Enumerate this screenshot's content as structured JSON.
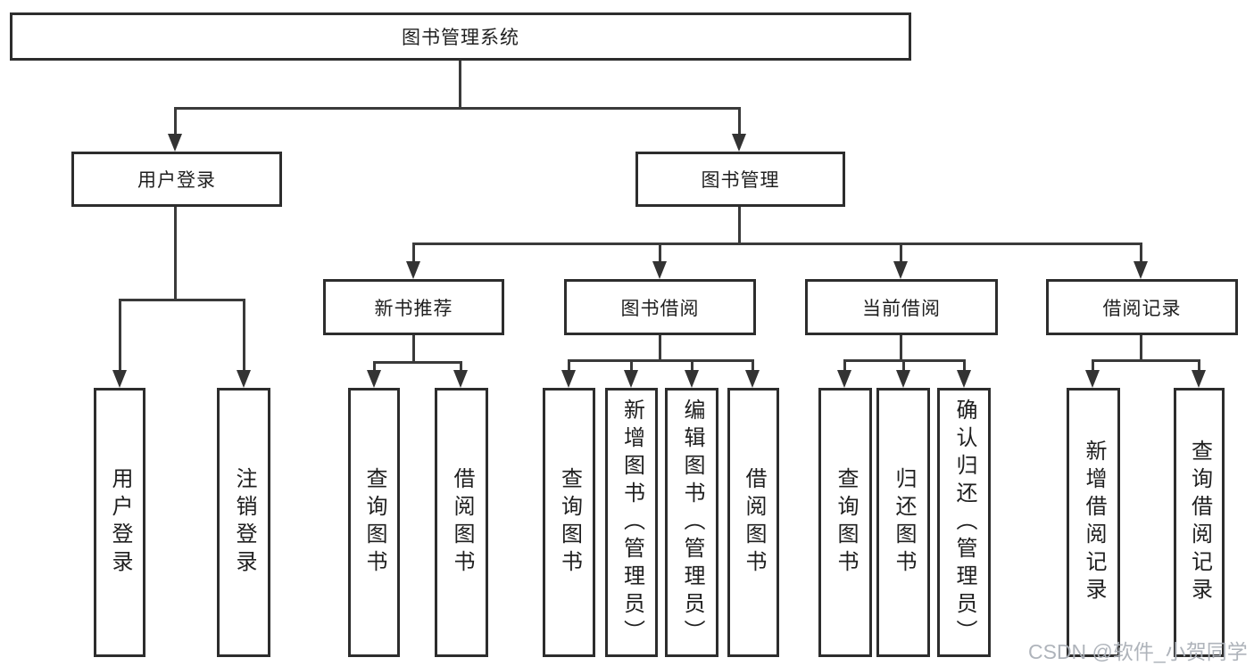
{
  "tree": {
    "root": {
      "label": "图书管理系统"
    },
    "user_login": {
      "label": "用户登录",
      "children": [
        {
          "label": "用户登录"
        },
        {
          "label": "注销登录"
        }
      ]
    },
    "book_management": {
      "label": "图书管理",
      "groups": [
        {
          "label": "新书推荐",
          "children": [
            {
              "label": "查询图书"
            },
            {
              "label": "借阅图书"
            }
          ]
        },
        {
          "label": "图书借阅",
          "children": [
            {
              "label": "查询图书"
            },
            {
              "label": "新增图书（管理员）"
            },
            {
              "label": "编辑图书（管理员）"
            },
            {
              "label": "借阅图书"
            }
          ]
        },
        {
          "label": "当前借阅",
          "children": [
            {
              "label": "查询图书"
            },
            {
              "label": "归还图书"
            },
            {
              "label": "确认归还（管理员）"
            }
          ]
        },
        {
          "label": "借阅记录",
          "children": [
            {
              "label": "新增借阅记录"
            },
            {
              "label": "查询借阅记录"
            }
          ]
        }
      ]
    }
  },
  "watermark": {
    "text": "CSDN @软件_小贺同学"
  },
  "colors": {
    "background": "#ffffff",
    "box_border": "#2d2d2d",
    "connector": "#3a3a3a",
    "text": "#1f1f1f",
    "watermark": "#abb0b7"
  }
}
